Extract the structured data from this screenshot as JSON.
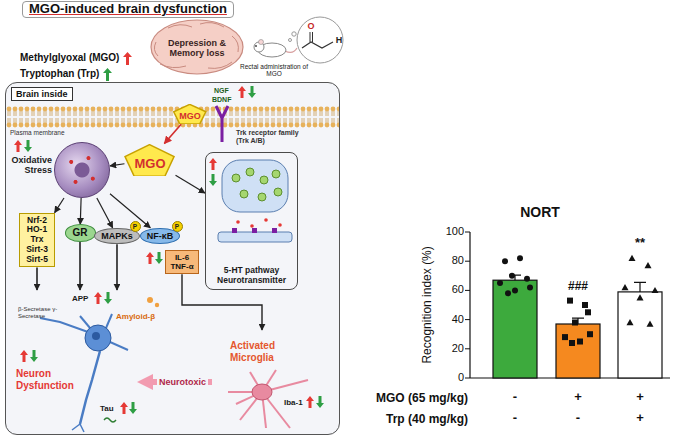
{
  "diagram": {
    "title": "MGO-induced brain dysfunction",
    "nodes": [
      {
        "text": [
          "Brain inside"
        ]
      },
      {
        "text": [
          "MGO"
        ],
        "in": 0
      },
      {
        "text": [
          "MGO"
        ],
        "in": 0
      },
      {
        "text": [
          "Oxidative Stress"
        ],
        "in": 0
      },
      {
        "text": [
          "Nrf-2 HO-1 Trx Sirt-3 Sirt-5"
        ],
        "in": 0
      },
      {
        "text": [
          "GR"
        ],
        "in": 0
      },
      {
        "text": [
          "MAPKs"
        ],
        "in": 0
      },
      {
        "text": [
          "NF-κB"
        ],
        "in": 0
      },
      {
        "text": [
          "IL-6 TNF-α"
        ],
        "in": 0
      },
      {
        "text": [
          "5-HT pathway Neurotransmitter"
        ],
        "in": 0
      },
      {
        "text": [
          "Neuron Dysfunction"
        ],
        "in": 0
      },
      {
        "text": [
          "Activated Microglia"
        ],
        "in": 0
      }
    ],
    "edges": [
      {
        "from": 1,
        "to": 2,
        "arrow": "to"
      },
      {
        "from": 2,
        "to": 3,
        "arrow": "to"
      },
      {
        "from": 2,
        "to": 9,
        "arrow": "to"
      },
      {
        "from": 3,
        "to": 4,
        "arrow": "to"
      },
      {
        "from": 3,
        "to": 5,
        "arrow": "to"
      },
      {
        "from": 3,
        "to": 6,
        "arrow": "to"
      },
      {
        "from": 3,
        "to": 7,
        "arrow": "to"
      },
      {
        "from": 4,
        "to": 10,
        "arrow": "to"
      },
      {
        "from": 5,
        "to": 10,
        "arrow": "to"
      },
      {
        "from": 6,
        "to": 10,
        "arrow": "to"
      },
      {
        "from": 8,
        "to": 11,
        "arrow": "to"
      },
      {
        "from": 11,
        "to": 10,
        "label": "Neurotoxic",
        "arrow": "to"
      }
    ],
    "labels": [
      "Depression & Memory loss",
      "Rectal administration of MGO",
      "O",
      "H",
      "NGF",
      "BDNF",
      "Plasma membrane",
      "Trk receptor family (Trk A/B)",
      "P",
      "P",
      "APP",
      "β-Secretase γ-Secretase",
      "Amyloid-β",
      "Tau",
      "Iba-1",
      "NORT",
      "Recognition index (%)",
      "100",
      "80",
      "60",
      "40",
      "20",
      "0",
      "###",
      "**",
      "MGO (65 mg/kg)",
      "Trp (40 mg/kg)",
      "-",
      "+",
      "+",
      "-",
      "-",
      "+"
    ],
    "legend": [
      {
        "text": "Methylglyoxal (MGO)",
        "color": "#e53935"
      },
      {
        "text": "Tryptophan (Trp)",
        "color": "#2e9e44"
      }
    ]
  }
}
